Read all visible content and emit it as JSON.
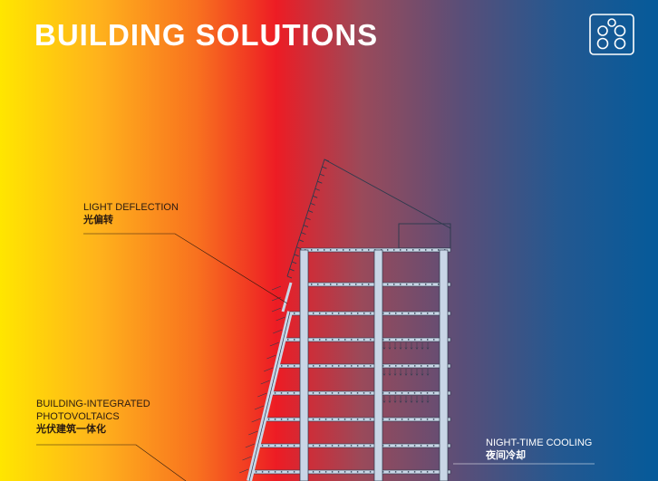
{
  "header": {
    "title": "BUILDING  SOLUTIONS",
    "logo_icon": "circles-logo-icon"
  },
  "callouts": [
    {
      "en": "LIGHT DEFLECTION",
      "cn": "光偏转"
    },
    {
      "en": "BUILDING-INTEGRATED",
      "en2": "PHOTOVOLTAICS",
      "cn": "光伏建筑一体化"
    },
    {
      "en": "NIGHT-TIME COOLING",
      "cn": "夜间冷却"
    }
  ],
  "colors": {
    "gradient": [
      "#ffe600",
      "#ffb21c",
      "#f8711f",
      "#ed1c24",
      "#9a4a5a",
      "#5a4e78",
      "#245890",
      "#055a9a"
    ],
    "structure": "#c9d6e6",
    "structure_outline": "#2c3a4d",
    "text_dark": "#2a1a10",
    "text_light": "#ffffff"
  }
}
